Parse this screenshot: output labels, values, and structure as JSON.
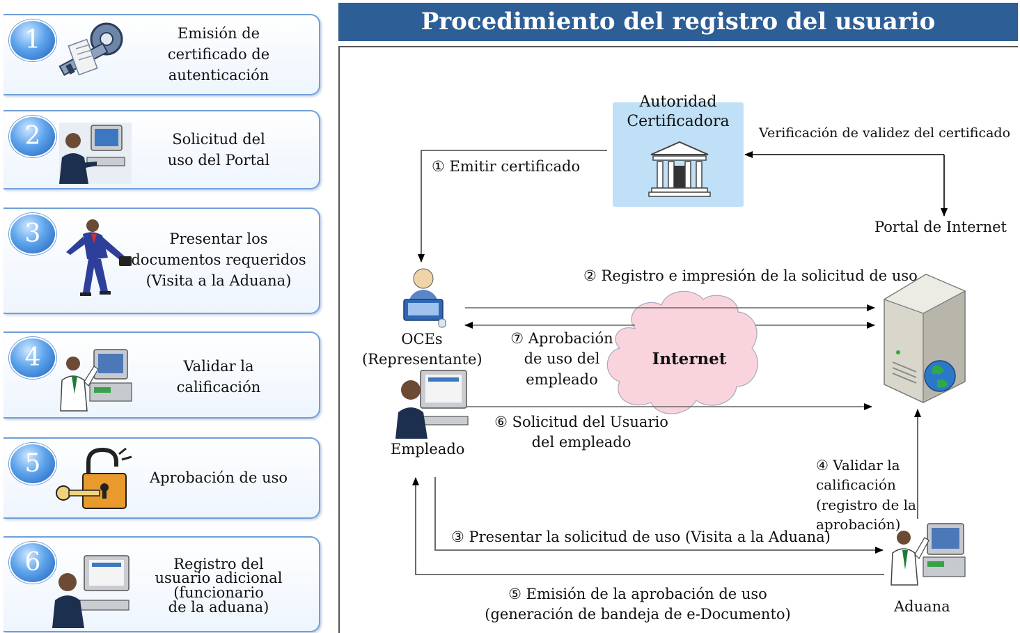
{
  "steps": [
    {
      "number": "1",
      "label": "Emisión de\ncertificado de autenticación"
    },
    {
      "number": "2",
      "label": "Solicitud del\nuso del Portal"
    },
    {
      "number": "3",
      "label": "Presentar los\ndocumentos requeridos\n(Visita a la Aduana)"
    },
    {
      "number": "4",
      "label": "Validar la\ncalificación"
    },
    {
      "number": "5",
      "label": "Aprobación de uso"
    },
    {
      "number": "6",
      "label": "Registro del\nusuario adicional\n(funcionario\nde la aduana)"
    }
  ],
  "diagram": {
    "title": "Procedimiento del registro del usuario",
    "ca_label": "Autoridad\nCertificadora",
    "verification": "Verificación de validez del certificado",
    "portal": "Portal de Internet",
    "emit": "① Emitir certificado",
    "register": "② Registro e impresión de la solicitud de uso",
    "oces": "OCEs\n(Representante)",
    "approval_employee": "⑦ Aprobación\nde uso del\nempleado",
    "internet": "Internet",
    "user_request": "⑥ Solicitud del Usuario\ndel empleado",
    "employee": "Empleado",
    "validate": "④ Validar la\ncalificación\n(registro de la\naprobación)",
    "present": "③ Presentar la solicitud de uso (Visita a la Aduana)",
    "emission": "⑤ Emisión de la aprobación de uso\n(generación de bandeja de e-Documento)",
    "aduana": "Aduana"
  }
}
